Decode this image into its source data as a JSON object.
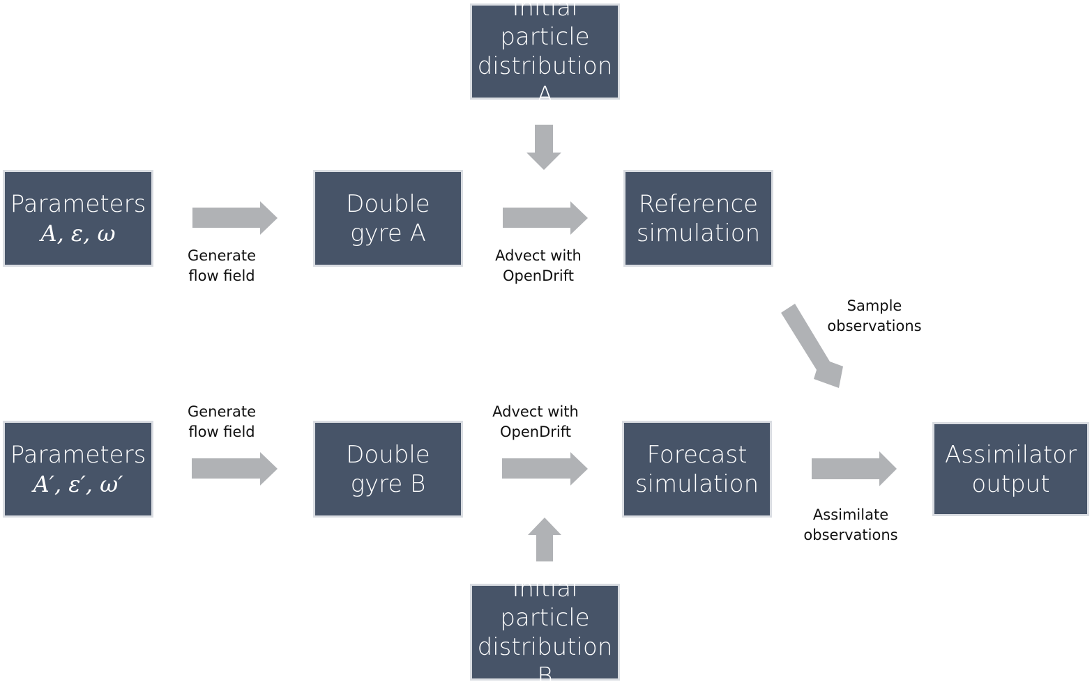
{
  "colors": {
    "box_fill": "#475468",
    "box_border": "#dadde2",
    "arrow": "#b0b2b5",
    "text_on_box": "#ffffff"
  },
  "boxes": {
    "initial_a": {
      "line1": "Initial particle",
      "line2": "distribution A"
    },
    "parameters_a": {
      "line1": "Parameters",
      "line2": "A, ε, ω"
    },
    "gyre_a": {
      "line1": "Double",
      "line2": "gyre A"
    },
    "reference": {
      "line1": "Reference",
      "line2": "simulation"
    },
    "parameters_b": {
      "line1": "Parameters",
      "line2": "A′, ε′, ω′"
    },
    "gyre_b": {
      "line1": "Double",
      "line2": "gyre B"
    },
    "forecast": {
      "line1": "Forecast",
      "line2": "simulation"
    },
    "assimilator": {
      "line1": "Assimilator",
      "line2": "output"
    },
    "initial_b": {
      "line1": "Initial particle",
      "line2": "distribution B"
    }
  },
  "labels": {
    "generate_a": {
      "line1": "Generate",
      "line2": "flow field"
    },
    "advect_a": {
      "line1": "Advect with",
      "line2": "OpenDrift"
    },
    "sample": {
      "line1": "Sample",
      "line2": "observations"
    },
    "generate_b": {
      "line1": "Generate",
      "line2": "flow field"
    },
    "advect_b": {
      "line1": "Advect with",
      "line2": "OpenDrift"
    },
    "assimilate": {
      "line1": "Assimilate",
      "line2": "observations"
    }
  }
}
